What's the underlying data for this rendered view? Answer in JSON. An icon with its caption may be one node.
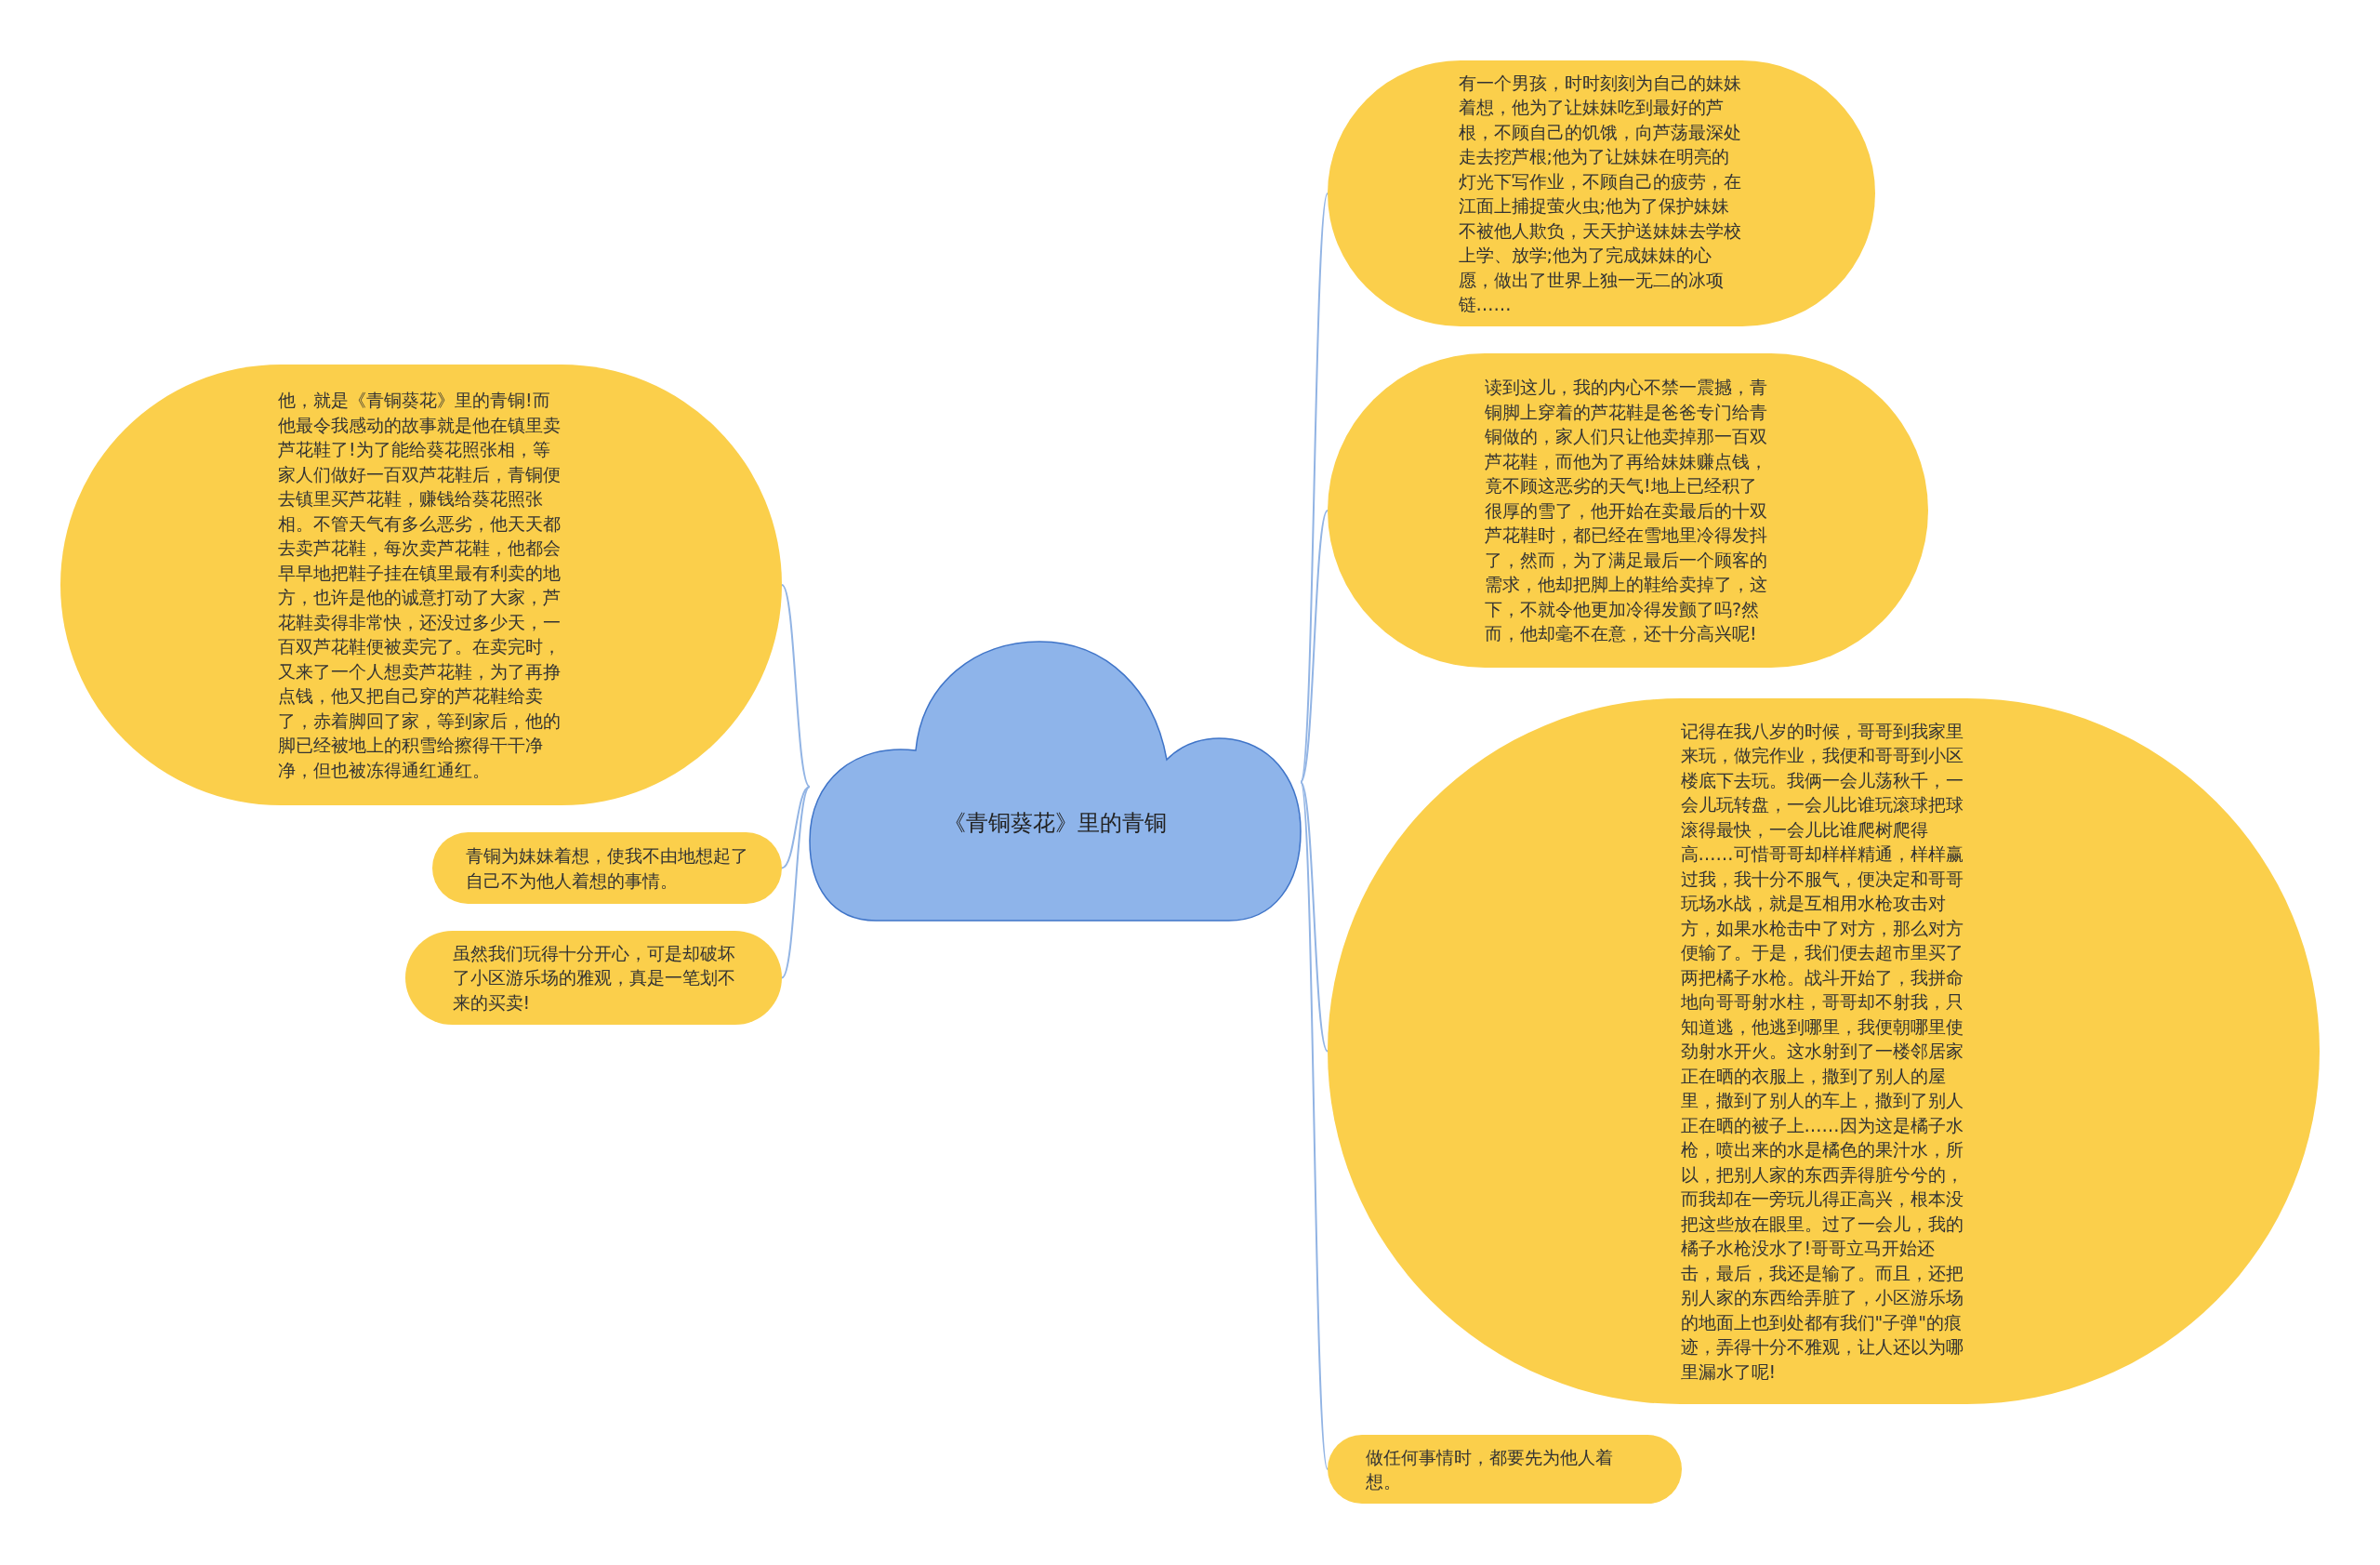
{
  "diagram": {
    "nodes": [
      {
        "text": [
          "《青铜葵花》里的青铜"
        ]
      },
      {
        "text": [
          "他，就是《青铜葵花》里的青铜!而他最令我感动的故事就是他在镇里卖芦花鞋了!为了能给葵花照张相，等家人们做好一百双芦花鞋后，青铜便去镇里买芦花鞋，赚钱给葵花照张相。不管天气有多么恶劣，他天天都去卖芦花鞋，每次卖芦花鞋，他都会早早地把鞋子挂在镇里最有利卖的地方，也许是他的诚意打动了大家，芦花鞋卖得非常快，还没过多少天，一百双芦花鞋便被卖完了。在卖完时，又来了一个人想卖芦花鞋，为了再挣点钱，他又把自己穿的芦花鞋给卖了，赤着脚回了家，等到家后，他的脚已经被地上的积雪给擦得干干净净，但也被冻得通红通红。"
        ]
      },
      {
        "text": [
          "青铜为妹妹着想，使我不由地想起了自己不为他人着想的事情。"
        ]
      },
      {
        "text": [
          "虽然我们玩得十分开心，可是却破坏了小区游乐场的雅观，真是一笔划不来的买卖!"
        ]
      },
      {
        "text": [
          "有一个男孩，时时刻刻为自己的妹妹着想，他为了让妹妹吃到最好的芦根，不顾自己的饥饿，向芦荡最深处走去挖芦根;他为了让妹妹在明亮的灯光下写作业，不顾自己的疲劳，在江面上捕捉萤火虫;他为了保护妹妹不被他人欺负，天天护送妹妹去学校上学、放学;他为了完成妹妹的心愿，做出了世界上独一无二的冰项链……"
        ]
      },
      {
        "text": [
          "读到这儿，我的内心不禁一震撼，青铜脚上穿着的芦花鞋是爸爸专门给青铜做的，家人们只让他卖掉那一百双芦花鞋，而他为了再给妹妹赚点钱，竟不顾这恶劣的天气!地上已经积了很厚的雪了，他开始在卖最后的十双芦花鞋时，都已经在雪地里冷得发抖了，然而，为了满足最后一个顾客的需求，他却把脚上的鞋给卖掉了，这下，不就令他更加冷得发颤了吗?然而，他却毫不在意，还十分高兴呢!"
        ]
      },
      {
        "text": [
          "记得在我八岁的时候，哥哥到我家里来玩，做完作业，我便和哥哥到小区楼底下去玩。我俩一会儿荡秋千，一会儿玩转盘，一会儿比谁玩滚球把球滚得最快，一会儿比谁爬树爬得高……可惜哥哥却样样精通，样样赢过我，我十分不服气，便决定和哥哥玩场水战，就是互相用水枪攻击对方，如果水枪击中了对方，那么对方便输了。于是，我们便去超市里买了两把橘子水枪。战斗开始了，我拼命地向哥哥射水柱，哥哥却不射我，只知道逃，他逃到哪里，我便朝哪里使劲射水开火。这水射到了一楼邻居家正在晒的衣服上，撒到了别人的屋里，撒到了别人的车上，撒到了别人正在晒的被子上……因为这是橘子水枪，喷出来的水是橘色的果汁水，所以，把别人家的东西弄得脏兮兮的，而我却在一旁玩儿得正高兴，根本没把这些放在眼里。过了一会儿，我的橘子水枪没水了!哥哥立马开始还击，最后，我还是输了。而且，还把别人家的东西给弄脏了，小区游乐场的地面上也到处都有我们\"子弹\"的痕迹，弄得十分不雅观，让人还以为哪里漏水了呢!"
        ]
      },
      {
        "text": [
          "做任何事情时，都要先为他人着想。"
        ]
      }
    ],
    "edges": [
      {
        "from": 0,
        "to": 1,
        "arrow": "none"
      },
      {
        "from": 0,
        "to": 2,
        "arrow": "none"
      },
      {
        "from": 0,
        "to": 3,
        "arrow": "none"
      },
      {
        "from": 0,
        "to": 4,
        "arrow": "none"
      },
      {
        "from": 0,
        "to": 5,
        "arrow": "none"
      },
      {
        "from": 0,
        "to": 6,
        "arrow": "none"
      },
      {
        "from": 0,
        "to": 7,
        "arrow": "none"
      }
    ]
  }
}
